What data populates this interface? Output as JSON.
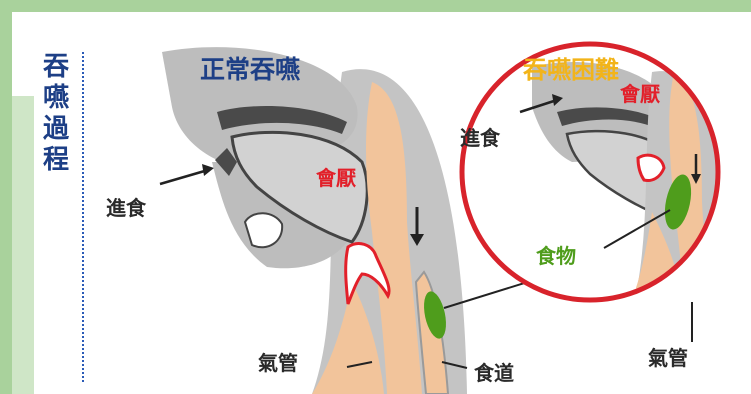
{
  "sidebar": {
    "title": "吞嚥過程"
  },
  "normal": {
    "title": "正常吞嚥",
    "labels": {
      "feeding": "進食",
      "epiglottis": "會厭",
      "trachea": "氣管",
      "esophagus": "食道"
    }
  },
  "difficulty": {
    "title": "吞嚥困難",
    "labels": {
      "feeding": "進食",
      "epiglottis": "會厭",
      "food": "食物",
      "trachea": "氣管"
    }
  },
  "colors": {
    "frame_green": "#a9d29c",
    "title_blue": "#1d3f86",
    "title_orange": "#f2b41a",
    "epiglottis_red": "#e2202a",
    "food_green": "#4f9d1c",
    "circle_red": "#d8232b",
    "tissue_gray": "#b9b9b9",
    "airway_orange": "#f2c49b",
    "bone_dark": "#4a4a4a"
  }
}
